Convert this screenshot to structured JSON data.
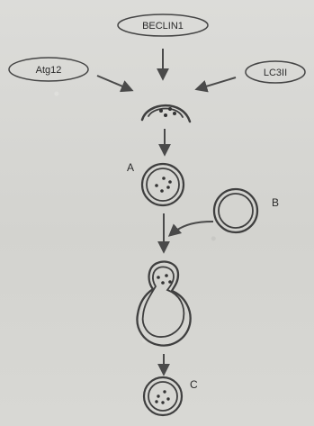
{
  "diagram": {
    "inputs": {
      "top": "BECLIN1",
      "left": "Atg12",
      "right": "LC3II"
    },
    "labels": {
      "a": "A",
      "b": "B",
      "c": "C"
    }
  }
}
